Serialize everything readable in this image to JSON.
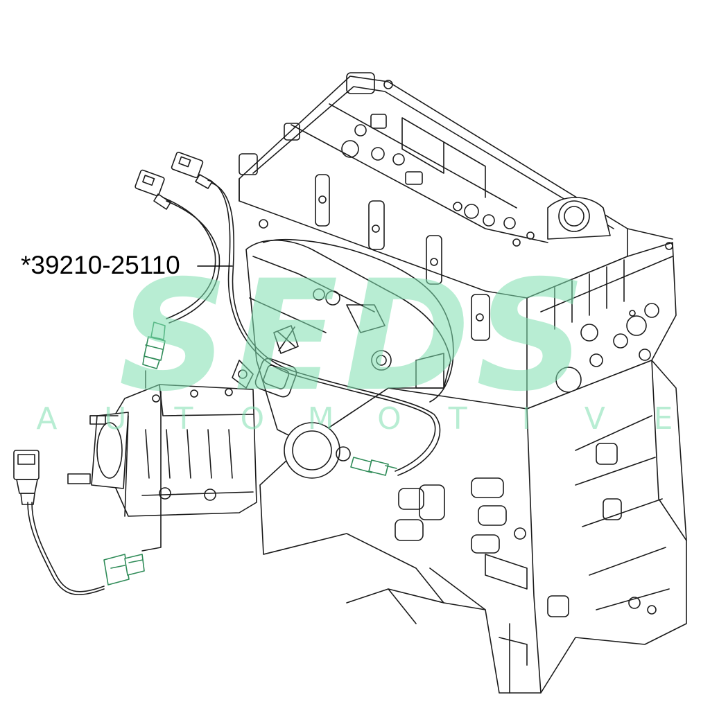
{
  "diagram": {
    "part_number": "*39210-25110",
    "watermark": {
      "brand": "SEDS",
      "subtitle_letters": [
        "A",
        "U",
        "T",
        "O",
        "M",
        "O",
        "T",
        "I",
        "V",
        "E"
      ],
      "color": "#7fe0b0"
    },
    "line_color": "#1a1a1a",
    "highlight_color": "#2e8b57"
  }
}
